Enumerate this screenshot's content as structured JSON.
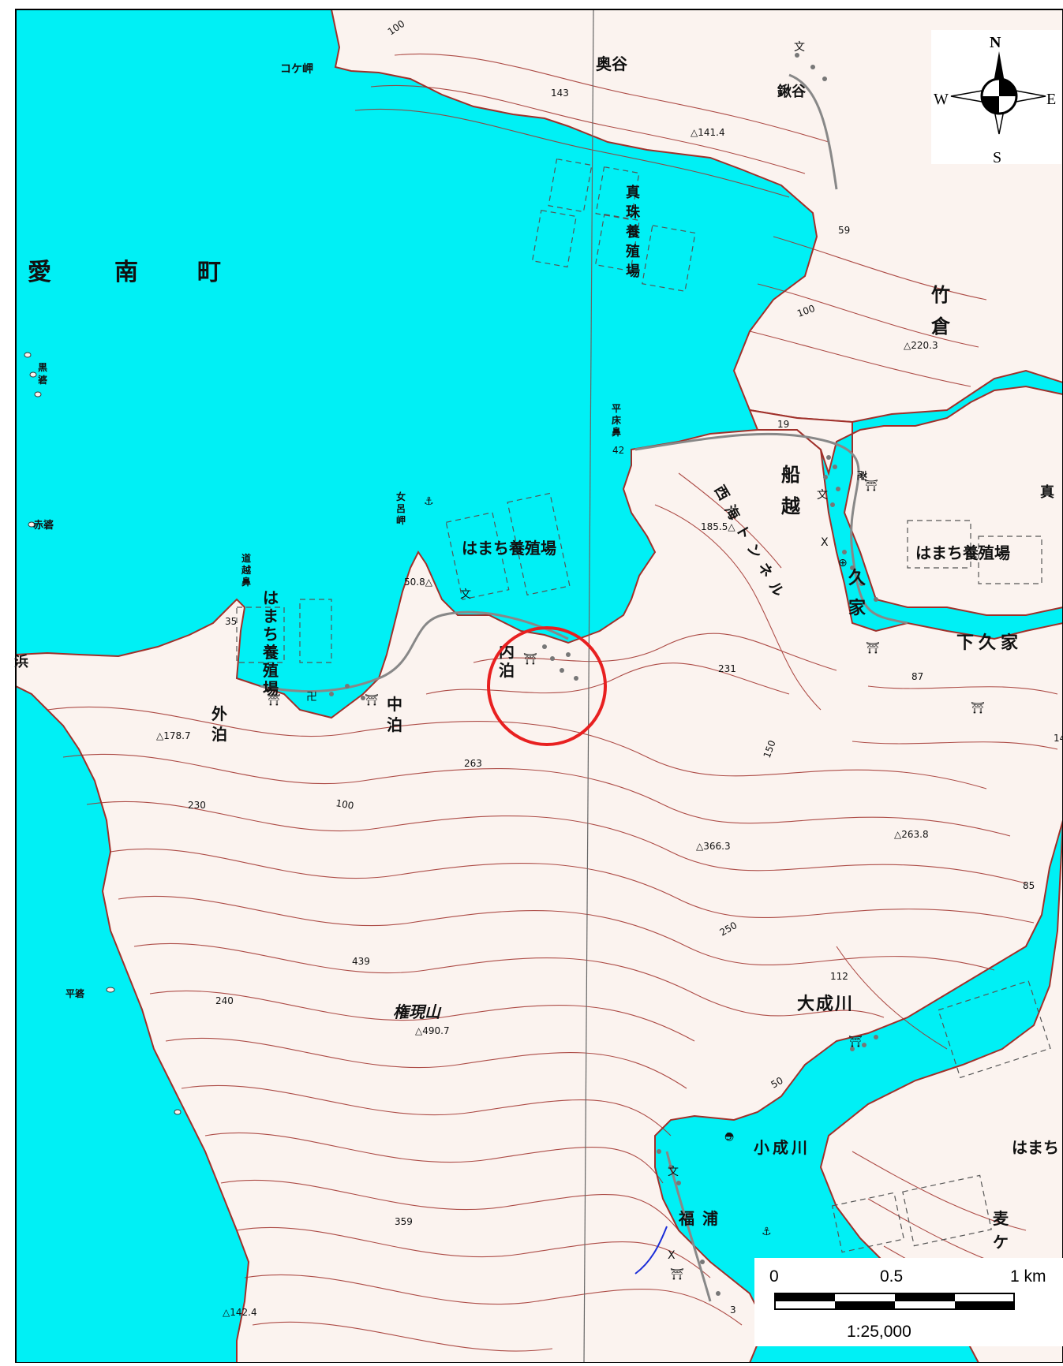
{
  "map": {
    "colors": {
      "sea": "#00f0f5",
      "land": "#fbf3ef",
      "contour": "#a0302a",
      "marker": "#e82020",
      "black": "#111111"
    },
    "town_name_chars": [
      "愛",
      "南",
      "町"
    ],
    "place_names": {
      "kokemisaki": "コケ岬",
      "okutani": "奥谷",
      "shigaitani": "鍬谷",
      "takekura": [
        "竹",
        "倉"
      ],
      "hiratokohana": [
        "平",
        "床",
        "鼻"
      ],
      "funakoshi": [
        "船",
        "越"
      ],
      "kuga": [
        "久",
        "家"
      ],
      "shimokuga": "下久家",
      "megurimisaki": [
        "女",
        "呂",
        "岬"
      ],
      "michigoehana": [
        "道",
        "越",
        "鼻"
      ],
      "sotodomari": [
        "外",
        "泊"
      ],
      "nakadomari": [
        "中",
        "泊"
      ],
      "uchidomari": [
        "内",
        "泊"
      ],
      "gongenyama": "権現山",
      "onarigawa": "大成川",
      "konarigawa": "小成川",
      "fukuura": "福浦",
      "mugi": [
        "麦",
        "ケ"
      ],
      "kurobae": [
        "黒",
        "碆"
      ],
      "akabae": "赤碆",
      "hirabae": "平碆",
      "hama": "浜",
      "tunnel": [
        "西",
        "海",
        "ト",
        "ン",
        "ネ",
        "ル"
      ],
      "shinju": [
        "真",
        "珠",
        "養",
        "殖",
        "場"
      ],
      "shinju_edge": "真"
    },
    "farm_labels": {
      "hamachi_center": "はまち養殖場",
      "hamachi_east": "はまち養殖場",
      "hamachi_vertical": [
        "は",
        "ま",
        "ち",
        "養",
        "殖",
        "場"
      ],
      "hamachi_edge": "はまち"
    },
    "elevations": [
      "143",
      "△141.4",
      "59",
      "△220.3",
      "42",
      "19",
      "185.5△",
      "50.8△",
      "35",
      "△178.7",
      "231",
      "87",
      "263",
      "230",
      "△366.3",
      "△263.8",
      "85",
      "439",
      "240",
      "△490.7",
      "112",
      "359",
      "△142.4",
      "100",
      "150",
      "250",
      "50",
      "3",
      "14"
    ],
    "compass": {
      "n": "N",
      "e": "E",
      "s": "S",
      "w": "W"
    },
    "scale_bar": {
      "tick_zero": "0",
      "tick_half": "0.5",
      "tick_full": "1 km",
      "ratio": "1:25,000"
    },
    "highlight_marker": "circle-around-uchidomari"
  }
}
